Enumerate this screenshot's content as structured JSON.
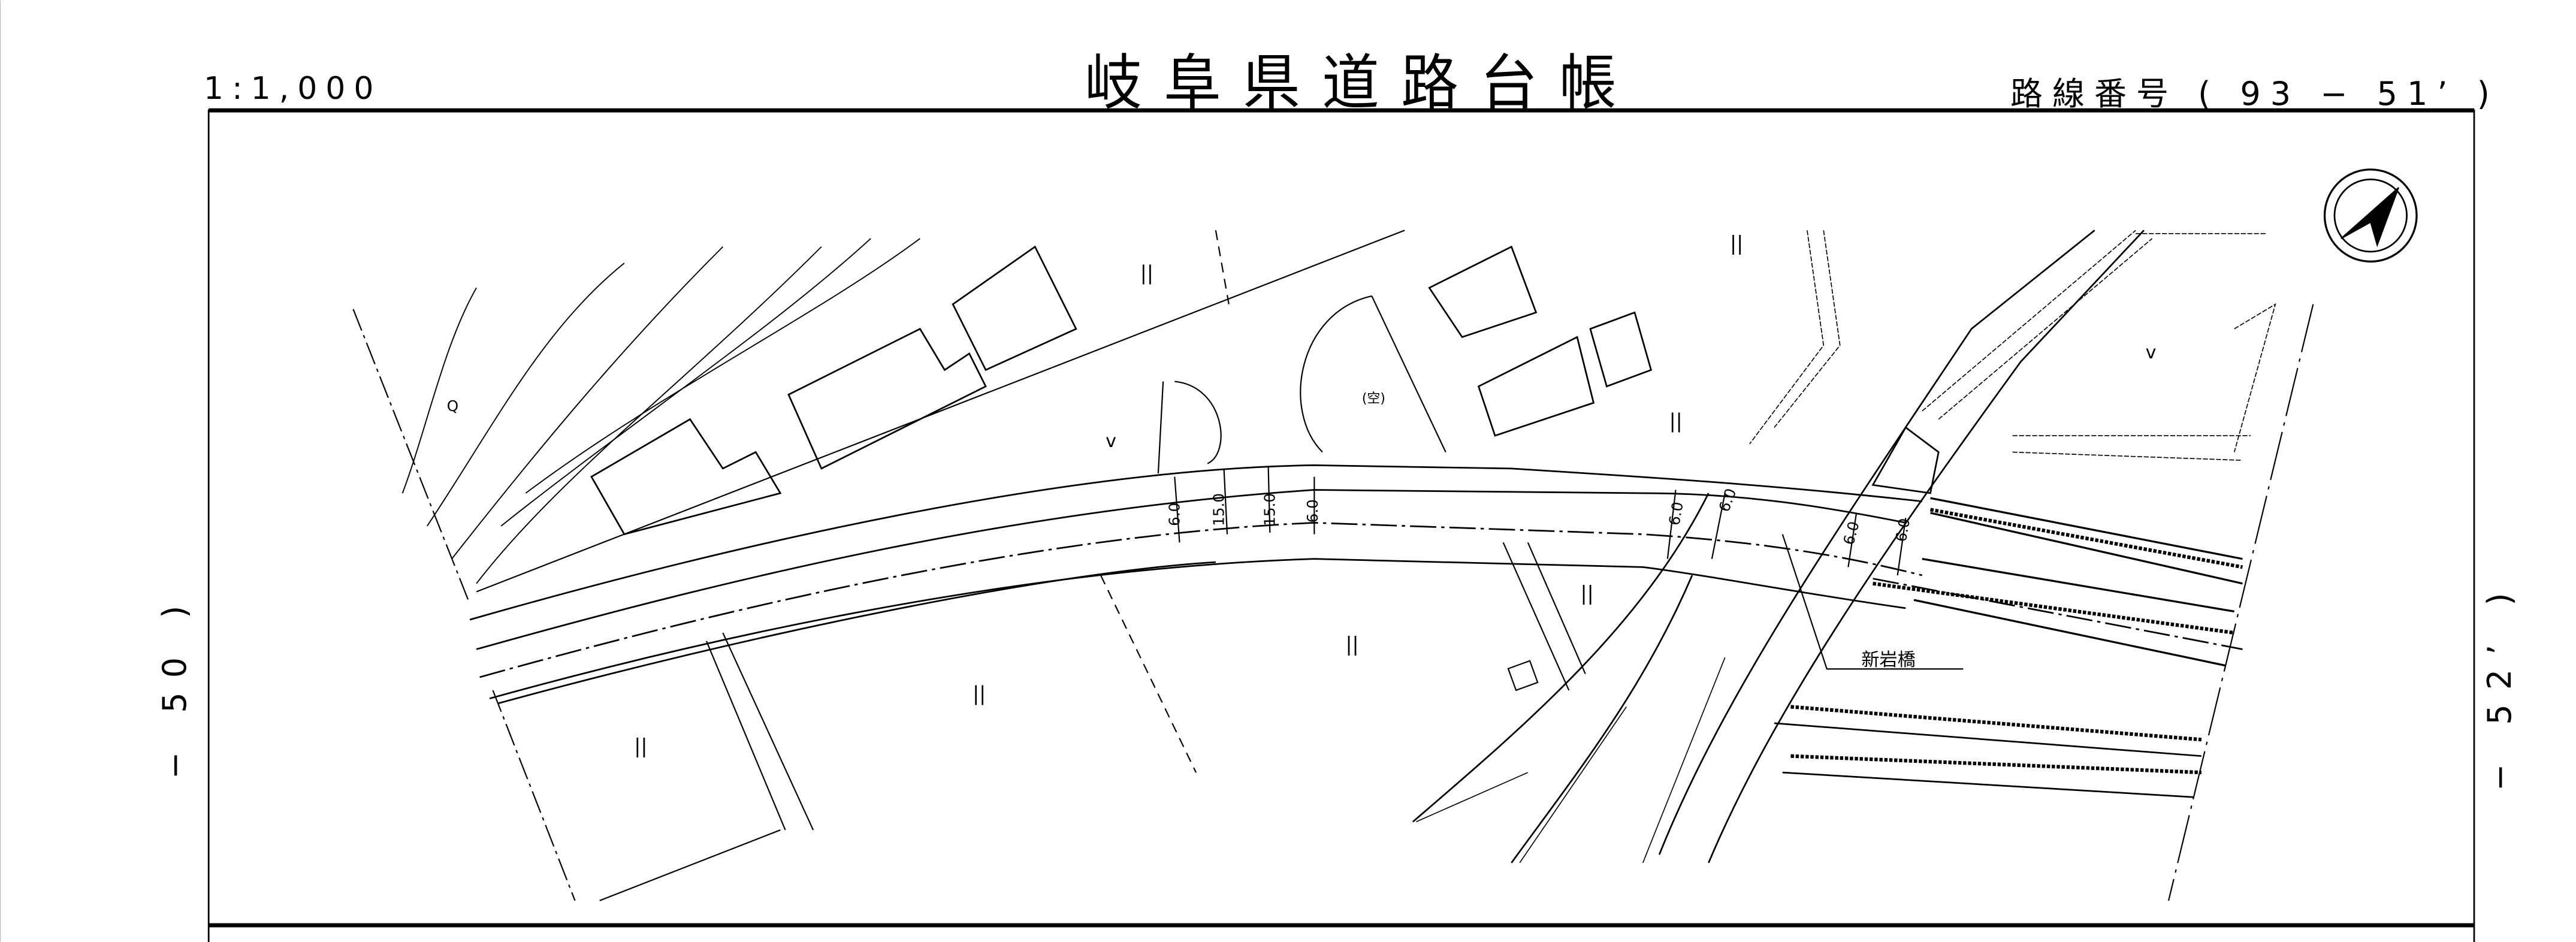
{
  "header": {
    "title": "岐阜県道路台帳",
    "scale": "1:1,000",
    "route_number": "路線番号 ( 93 − 51’ )"
  },
  "side_labels": {
    "left": "− 50 )",
    "right": "− 52’ )"
  },
  "map": {
    "bridge_name": "新岩橋",
    "vacant_label": "(空)",
    "width_labels": [
      "6.0",
      "15.0",
      "15.0",
      "6.0",
      "6.0",
      "6.0",
      "6.0",
      "6.0"
    ],
    "paddy_symbol": "||",
    "field_symbol": "v",
    "tree_symbol": "Q",
    "north_arrow": "north-arrow-icon"
  },
  "colors": {
    "ink": "#000000",
    "paper": "#ffffff"
  }
}
